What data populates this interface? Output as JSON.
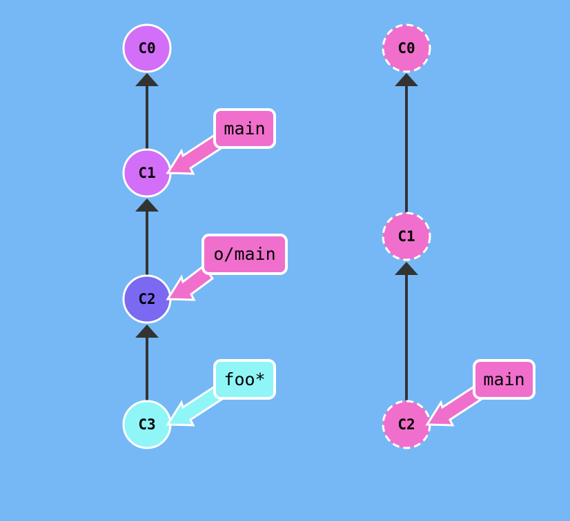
{
  "colors": {
    "background": "#75b8f5",
    "edge": "#333333",
    "commit_stroke": "#ffffff",
    "branch_stroke": "#ffffff"
  },
  "local_repo": {
    "commits": [
      {
        "id": "C0",
        "label": "C0",
        "color": "#d36ef9"
      },
      {
        "id": "C1",
        "label": "C1",
        "color": "#d36ef9"
      },
      {
        "id": "C2",
        "label": "C2",
        "color": "#7b69f2"
      },
      {
        "id": "C3",
        "label": "C3",
        "color": "#8ff5f7"
      }
    ],
    "branches": [
      {
        "id": "main",
        "label": "main",
        "target": "C1",
        "color": "#f06fcc"
      },
      {
        "id": "o-main",
        "label": "o/main",
        "target": "C2",
        "color": "#f06fcc"
      },
      {
        "id": "foo",
        "label": "foo*",
        "target": "C3",
        "color": "#8ff5f7"
      }
    ]
  },
  "remote_repo": {
    "commits": [
      {
        "id": "C0",
        "label": "C0",
        "color": "#f06fcc"
      },
      {
        "id": "C1",
        "label": "C1",
        "color": "#f06fcc"
      },
      {
        "id": "C2",
        "label": "C2",
        "color": "#f06fcc"
      }
    ],
    "branches": [
      {
        "id": "main",
        "label": "main",
        "target": "C2",
        "color": "#f06fcc"
      }
    ]
  }
}
